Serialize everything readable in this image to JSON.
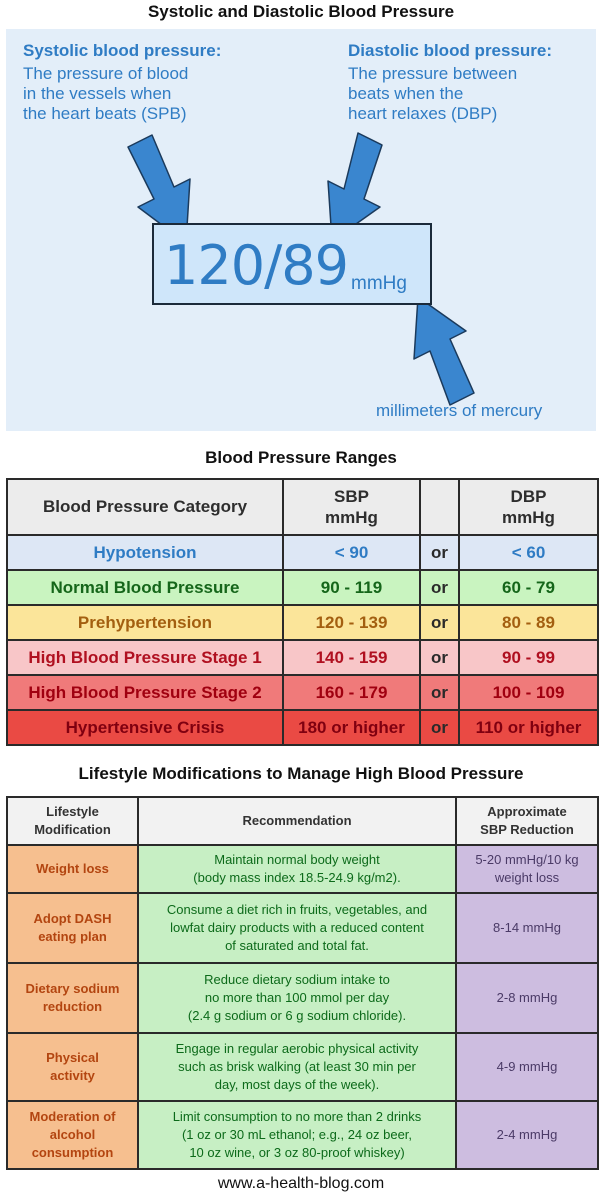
{
  "section1": {
    "title": "Systolic and Diastolic Blood Pressure",
    "systolic_heading": "Systolic blood pressure:",
    "systolic_text": "The pressure of blood\nin the vessels when\nthe heart beats (SPB)",
    "diastolic_heading": "Diastolic blood pressure:",
    "diastolic_text": "The pressure between\nbeats when the\nheart relaxes (DBP)",
    "reading_value": "120/89",
    "reading_unit": "mmHg",
    "unit_caption": "millimeters of mercury",
    "accent_color": "#2f7cc4"
  },
  "section2": {
    "title": "Blood Pressure Ranges",
    "headers": {
      "category": "Blood Pressure Category",
      "sbp_line1": "SBP",
      "sbp_line2": "mmHg",
      "dbp_line1": "DBP",
      "dbp_line2": "mmHg"
    },
    "rows": [
      {
        "category": "Hypotension",
        "sbp": "< 90",
        "or": "or",
        "dbp": "< 60",
        "bg": "#dde7f5",
        "color": "#2f7cc4"
      },
      {
        "category": "Normal Blood Pressure",
        "sbp": "90 - 119",
        "or": "or",
        "dbp": "60 - 79",
        "bg": "#c9f4c0",
        "color": "#15661a"
      },
      {
        "category": "Prehypertension",
        "sbp": "120 - 139",
        "or": "or",
        "dbp": "80 - 89",
        "bg": "#fbe59a",
        "color": "#a35f10"
      },
      {
        "category": "High Blood Pressure Stage 1",
        "sbp": "140 - 159",
        "or": "or",
        "dbp": "90 - 99",
        "bg": "#f8c6c8",
        "color": "#b01020"
      },
      {
        "category": "High Blood Pressure Stage 2",
        "sbp": "160 - 179",
        "or": "or",
        "dbp": "100 - 109",
        "bg": "#f07a7a",
        "color": "#a00010"
      },
      {
        "category": "Hypertensive Crisis",
        "sbp": "180 or higher",
        "or": "or",
        "dbp": "110 or higher",
        "bg": "#ea4a44",
        "color": "#800010"
      }
    ]
  },
  "section3": {
    "title": "Lifestyle Modifications to Manage High Blood Pressure",
    "headers": {
      "modification": "Lifestyle\nModification",
      "recommendation": "Recommendation",
      "reduction": "Approximate\nSBP Reduction"
    },
    "rows": [
      {
        "modification": "Weight loss",
        "recommendation": "Maintain normal body weight\n(body mass index 18.5-24.9 kg/m2).",
        "reduction": "5-20 mmHg/10 kg\nweight loss"
      },
      {
        "modification": "Adopt DASH\neating plan",
        "recommendation": "Consume a diet rich in fruits, vegetables, and\nlowfat dairy products with a reduced content\nof saturated and total fat.",
        "reduction": "8-14 mmHg"
      },
      {
        "modification": "Dietary sodium\nreduction",
        "recommendation": "Reduce dietary sodium intake to\nno more than 100 mmol per day\n(2.4 g sodium or 6 g sodium chloride).",
        "reduction": "2-8 mmHg"
      },
      {
        "modification": "Physical\nactivity",
        "recommendation": "Engage in regular aerobic physical activity\nsuch as brisk walking (at least 30 min per\nday, most days of the week).",
        "reduction": "4-9 mmHg"
      },
      {
        "modification": "Moderation of\nalcohol\nconsumption",
        "recommendation": "Limit consumption to no more than 2 drinks\n(1 oz or 30 mL ethanol; e.g., 24 oz beer,\n10 oz wine, or 3 oz 80-proof whiskey)",
        "reduction": "2-4 mmHg"
      }
    ]
  },
  "footer": "www.a-health-blog.com"
}
